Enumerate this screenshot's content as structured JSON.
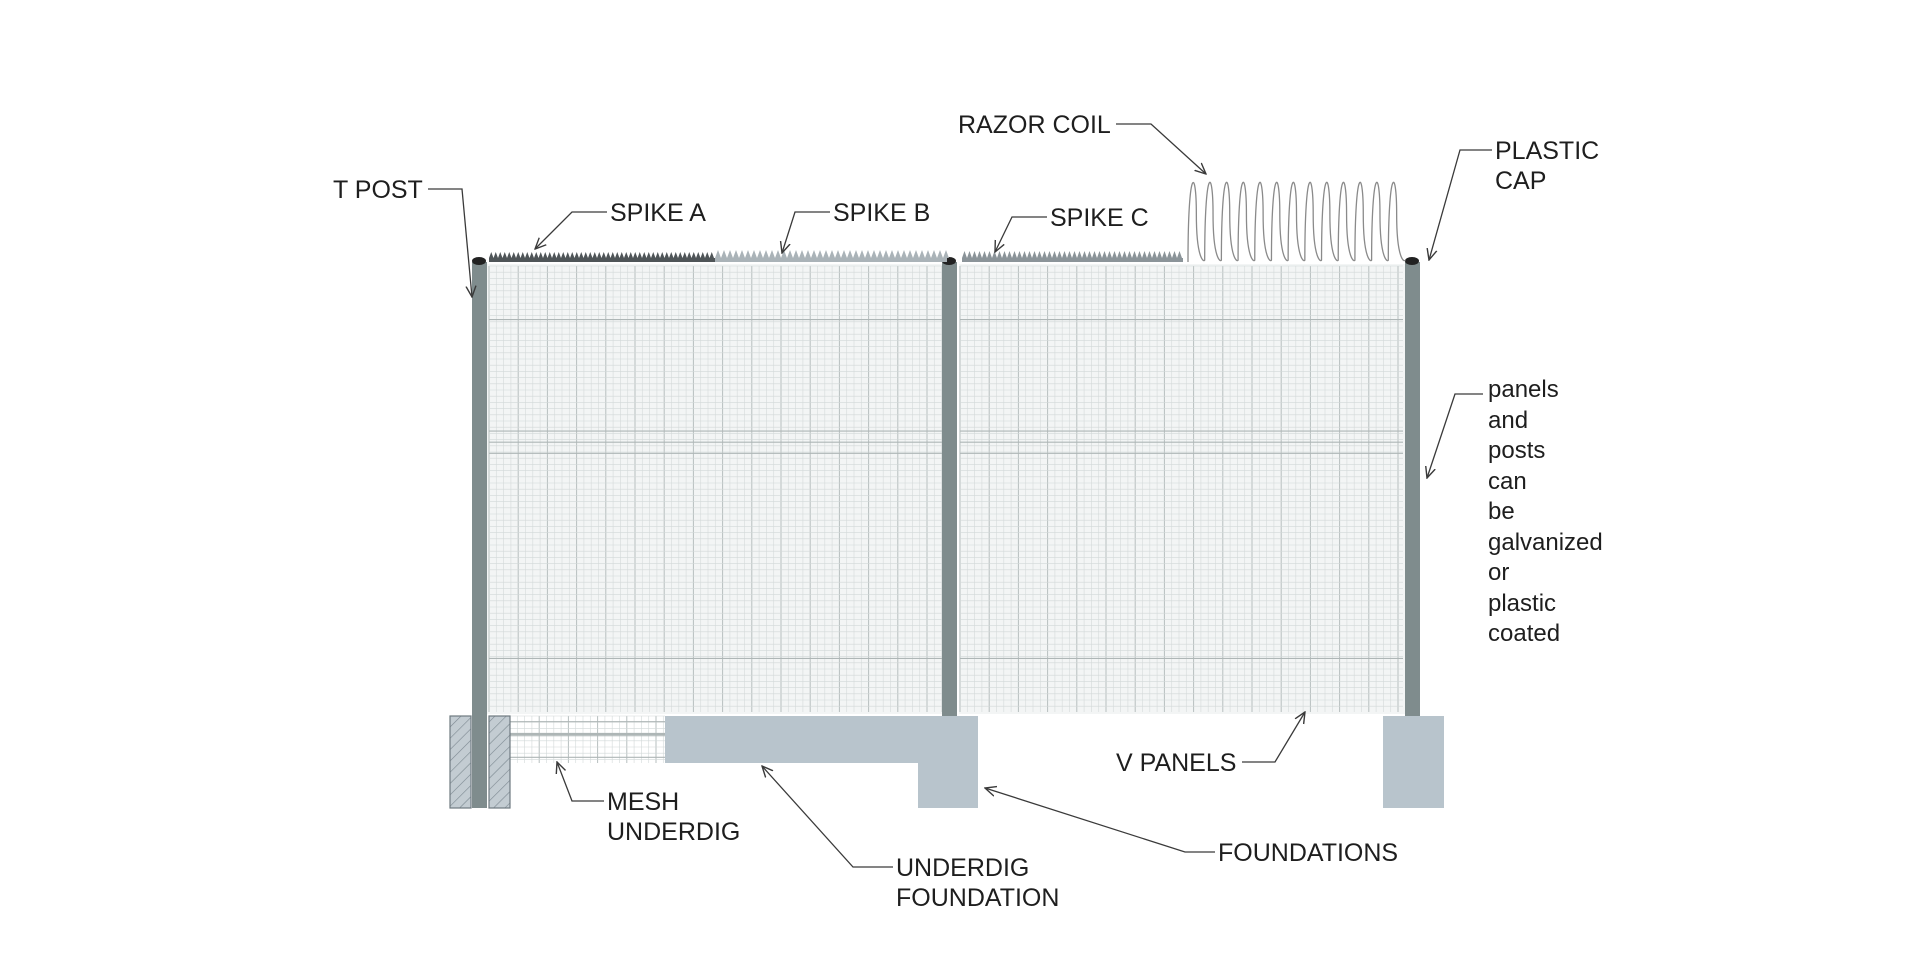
{
  "labels": {
    "t_post": "T POST",
    "spike_a": "SPIKE A",
    "spike_b": "SPIKE B",
    "spike_c": "SPIKE C",
    "razor_coil": "RAZOR COIL",
    "plastic_cap": [
      "PLASTIC",
      "CAP"
    ],
    "coating_note": [
      "panels",
      "and",
      "posts",
      "can",
      "be",
      "galvanized",
      "or",
      "plastic",
      "coated"
    ],
    "v_panels": "V PANELS",
    "mesh_underdig": [
      "MESH",
      "UNDERDIG"
    ],
    "underdig_foundation": [
      "UNDERDIG",
      "FOUNDATION"
    ],
    "foundations": "FOUNDATIONS"
  },
  "colors": {
    "post": "#7f8c8d",
    "panel_wire": "#c9cfcf",
    "panel_fill": "#f3f5f5",
    "foundation": "#b8c4cc",
    "leader": "#3a3a3a",
    "text": "#1e1e1e"
  }
}
